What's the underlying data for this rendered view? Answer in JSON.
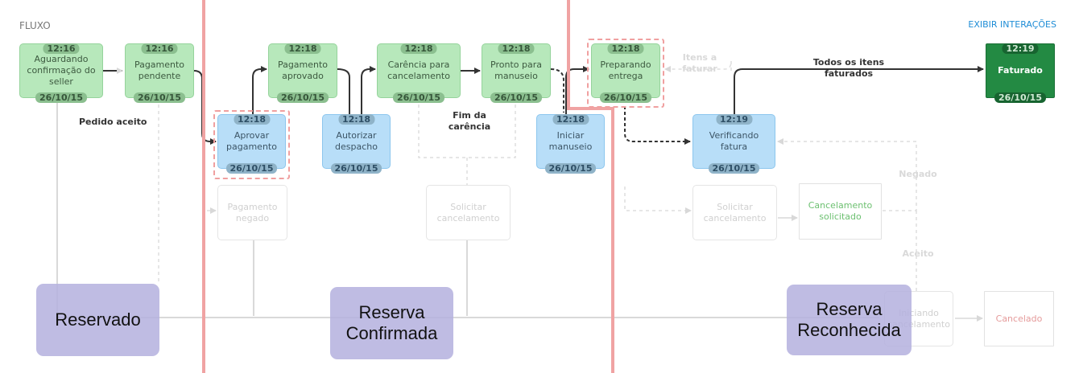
{
  "header": {
    "title": "FLUXO",
    "link_label": "EXIBIR INTERAÇÕES"
  },
  "nodes": {
    "aguardando": {
      "time": "12:16",
      "label": "Aguardando confirmação do seller",
      "date": "26/10/15"
    },
    "pag_pendente": {
      "time": "12:16",
      "label": "Pagamento pendente",
      "date": "26/10/15"
    },
    "aprovar_pag": {
      "time": "12:18",
      "label": "Aprovar pagamento",
      "date": "26/10/15"
    },
    "pag_negado": {
      "label": "Pagamento negado"
    },
    "pag_aprovado": {
      "time": "12:18",
      "label": "Pagamento aprovado",
      "date": "26/10/15"
    },
    "autorizar": {
      "time": "12:18",
      "label": "Autorizar despacho",
      "date": "26/10/15"
    },
    "carencia": {
      "time": "12:18",
      "label": "Carência para cancelamento",
      "date": "26/10/15"
    },
    "solicitar_canc_1": {
      "label": "Solicitar cancelamento"
    },
    "pronto": {
      "time": "12:18",
      "label": "Pronto para manuseio",
      "date": "26/10/15"
    },
    "iniciar": {
      "time": "12:18",
      "label": "Iniciar manuseio",
      "date": "26/10/15"
    },
    "preparando": {
      "time": "12:18",
      "label": "Preparando entrega",
      "date": "26/10/15"
    },
    "verificando": {
      "time": "12:19",
      "label": "Verificando fatura",
      "date": "26/10/15"
    },
    "solicitar_canc_2": {
      "label": "Solicitar cancelamento"
    },
    "canc_solicitado": {
      "label": "Cancelamento solicitado"
    },
    "iniciando": {
      "label": "Iniciando cancelamento"
    },
    "cancelado": {
      "label": "Cancelado"
    },
    "faturado": {
      "time": "12:19",
      "label": "Faturado",
      "date": "26/10/15"
    }
  },
  "notes": {
    "pedido_aceito": "Pedido aceito",
    "fim_carencia": "Fim da carência",
    "itens_a_faturar": "Itens a faturar",
    "todos_itens": "Todos os itens faturados",
    "negado": "Negado",
    "aceito": "Aceito"
  },
  "phases": {
    "reservado": "Reservado",
    "confirmada": "Reserva Confirmada",
    "reconhecida": "Reserva Reconhecida"
  },
  "colors": {
    "done": "#b7e8bb",
    "active": "#b8def8",
    "final": "#238a43",
    "divider": "#f0a3a3",
    "phase": "#b4b0de"
  }
}
